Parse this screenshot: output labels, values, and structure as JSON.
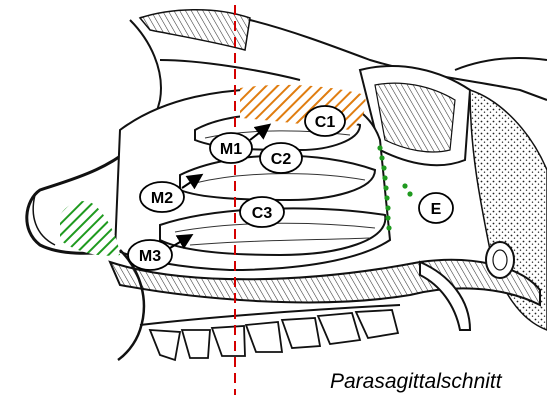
{
  "labels": {
    "c1": "C1",
    "c2": "C2",
    "c3": "C3",
    "m1": "M1",
    "m2": "M2",
    "m3": "M3",
    "e": "E"
  },
  "caption": "Parasagittalschnitt",
  "colors": {
    "orange_region": "#e07d10",
    "green_region": "#1f9a1f",
    "median_line": "#d40000",
    "outline": "#111111",
    "background": "#ffffff"
  },
  "icons": {
    "arrows": "black-arrow"
  }
}
